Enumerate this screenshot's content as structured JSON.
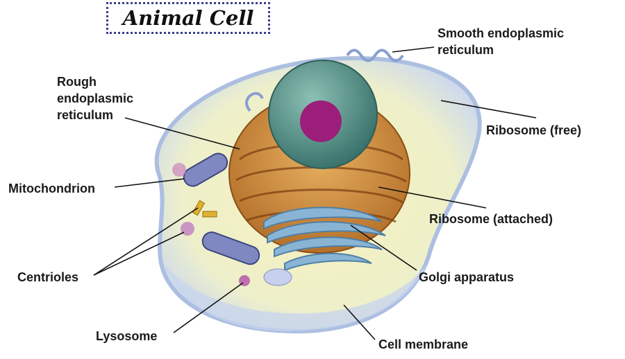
{
  "title": "Animal Cell",
  "labels": {
    "smooth_er_1": "Smooth endoplasmic",
    "smooth_er_2": "reticulum",
    "rough_er_1": "Rough",
    "rough_er_2": "endoplasmic",
    "rough_er_3": "reticulum",
    "ribosome_free": "Ribosome (free)",
    "mitochondrion": "Mitochondrion",
    "ribosome_attached": "Ribosome (attached)",
    "centrioles": "Centrioles",
    "golgi": "Golgi apparatus",
    "lysosome": "Lysosome",
    "cell_membrane": "Cell membrane"
  },
  "colors": {
    "cytoplasm": "#f3eab0",
    "membrane": "#b9c8e8",
    "er": "#c98a3c",
    "nucleus": "#4f8f86",
    "nucleolus": "#9b1f7a",
    "golgi": "#7fa8c8",
    "title_border": "#3a3f8a"
  }
}
